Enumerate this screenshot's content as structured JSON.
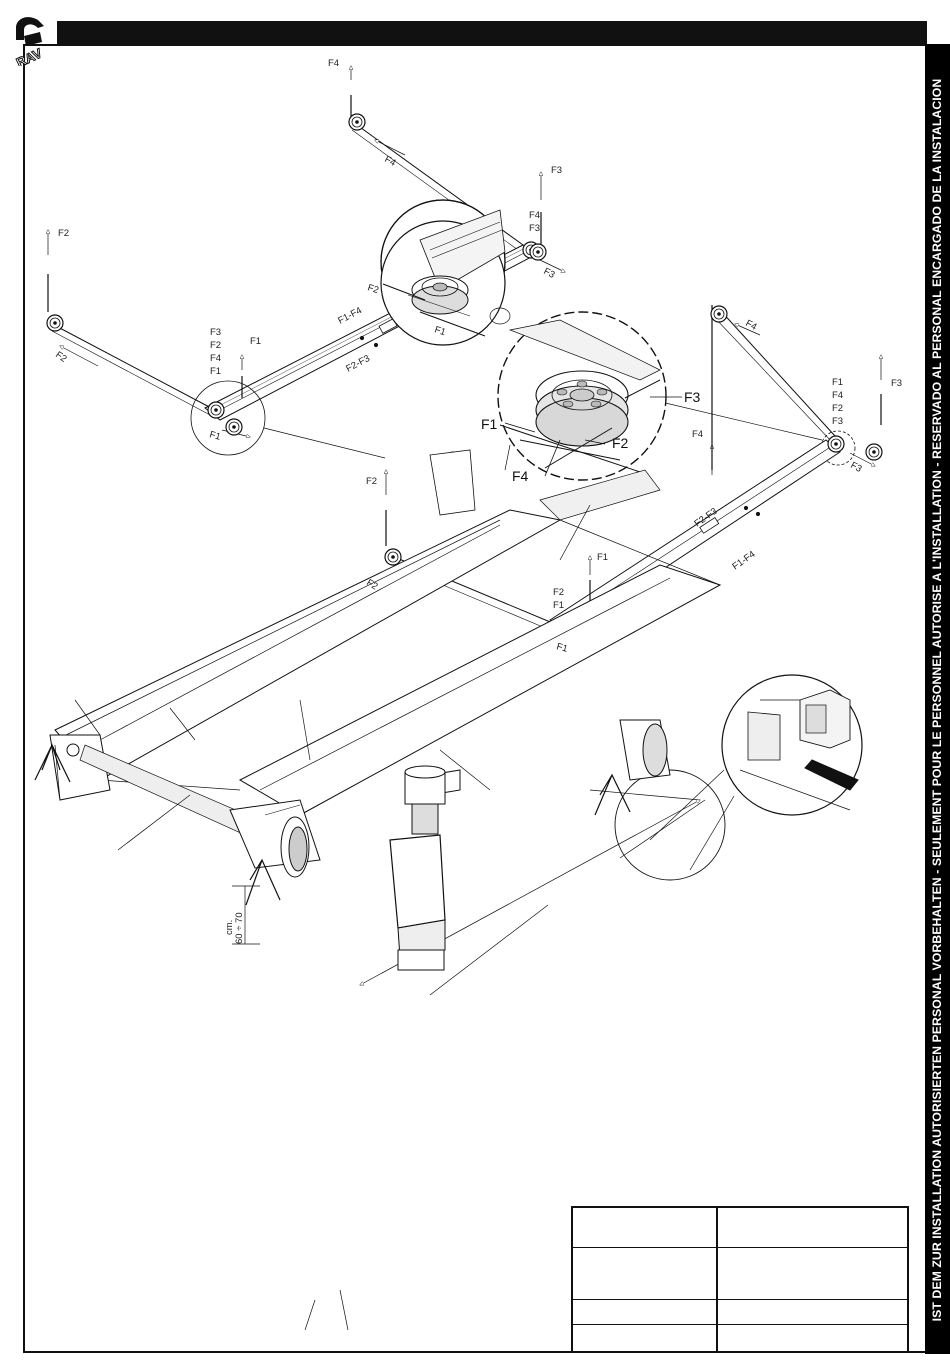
{
  "side_banner": {
    "text": "IST DEM ZUR INSTALLATION AUTORISIERTEN PERSONAL VORBEHALTEN - SEULEMENT POUR LE PERSONNEL AUTORISE A L'INSTALLATION - RESERVADO AL PERSONAL ENCARGADO DE LA INSTALACION"
  },
  "logo": {
    "text": "RAV"
  },
  "colors": {
    "ink": "#111111",
    "band": "#000000",
    "paper": "#ffffff"
  },
  "top_diagram": {
    "labels": {
      "f4_top": "F4",
      "f4_arrow": "F4",
      "f3_top": "F3",
      "f4_stack": "F4",
      "f3_stack": "F3",
      "f3_bottom": "F3",
      "f2_top": "F2",
      "f2_arrow": "F2",
      "f1_f4": "F1-F4",
      "f2_f3": "F2-F3",
      "stack_1": "F3",
      "stack_2": "F2",
      "stack_3": "F4",
      "stack_4": "F1",
      "f1_up": "F1",
      "f1_arrow": "F1"
    },
    "detail": {
      "f2": "F2",
      "f1": "F1"
    }
  },
  "middle_diagram": {
    "labels": {
      "f4_top": "F4",
      "f4_arrow": "F4",
      "stack_1": "F1",
      "stack_2": "F4",
      "stack_3": "F2",
      "stack_4": "F3",
      "f3_up": "F3",
      "f3_arrow": "F3",
      "f2_top": "F2",
      "f2_arrow": "F2",
      "f2_f3": "F2-F3",
      "f1_f4": "F1-F4",
      "f1_up": "F1",
      "f2_low": "F2",
      "f1_low": "F1",
      "f1_arrow": "F1"
    },
    "detail": {
      "f3": "F3",
      "f1": "F1",
      "f2": "F2",
      "f4": "F4"
    }
  },
  "bottom_drawing": {
    "height_label_1": "cm.",
    "height_label_2": "60 ÷ 70"
  },
  "parts_table": {
    "rows": [
      {
        "a": "",
        "b": ""
      },
      {
        "a": "",
        "b": ""
      },
      {
        "a": "",
        "b": ""
      },
      {
        "a": "",
        "b": ""
      }
    ]
  }
}
